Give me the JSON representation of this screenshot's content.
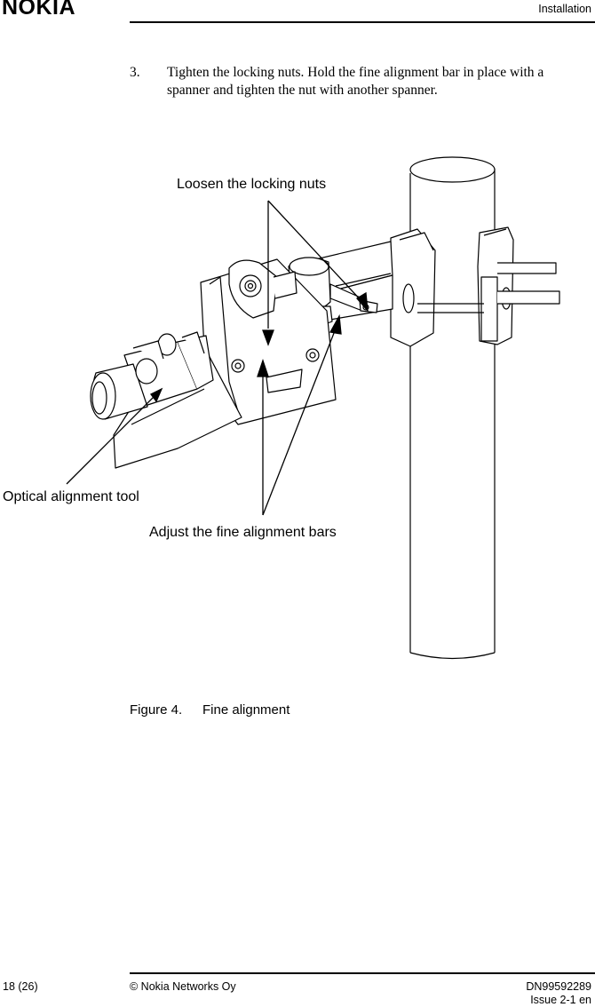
{
  "header": {
    "logo": "NOKIA",
    "section": "Installation"
  },
  "step": {
    "number": "3.",
    "text": "Tighten the locking nuts. Hold the fine alignment bar in place with a spanner and tighten the nut with another spanner."
  },
  "figure": {
    "callouts": {
      "loosen": "Loosen the locking nuts",
      "optical": "Optical alignment tool",
      "adjust": "Adjust the fine alignment bars"
    },
    "caption_label": "Figure 4.",
    "caption_text": "Fine alignment"
  },
  "footer": {
    "page": "18 (26)",
    "copyright": "© Nokia Networks Oy",
    "doc_id": "DN99592289",
    "issue": "Issue 2-1 en"
  }
}
